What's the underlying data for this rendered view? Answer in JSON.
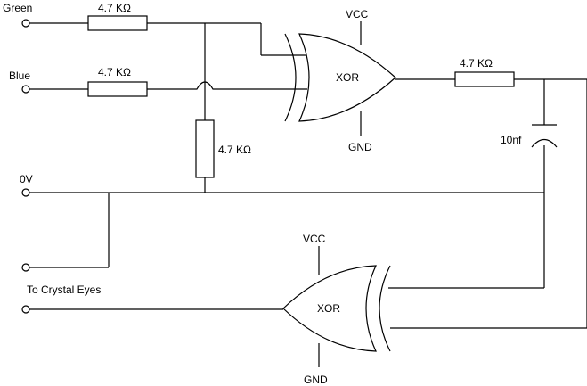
{
  "labels": {
    "green": "Green",
    "blue": "Blue",
    "zero_v": "0V",
    "to_crystal": "To Crystal Eyes",
    "r1": "4.7 KΩ",
    "r2": "4.7 KΩ",
    "r3": "4.7 KΩ",
    "r4": "4.7 KΩ",
    "cap": "10nf",
    "gate1": "XOR",
    "gate2": "XOR",
    "vcc1": "VCC",
    "gnd1": "GND",
    "vcc2": "VCC",
    "gnd2": "GND"
  }
}
